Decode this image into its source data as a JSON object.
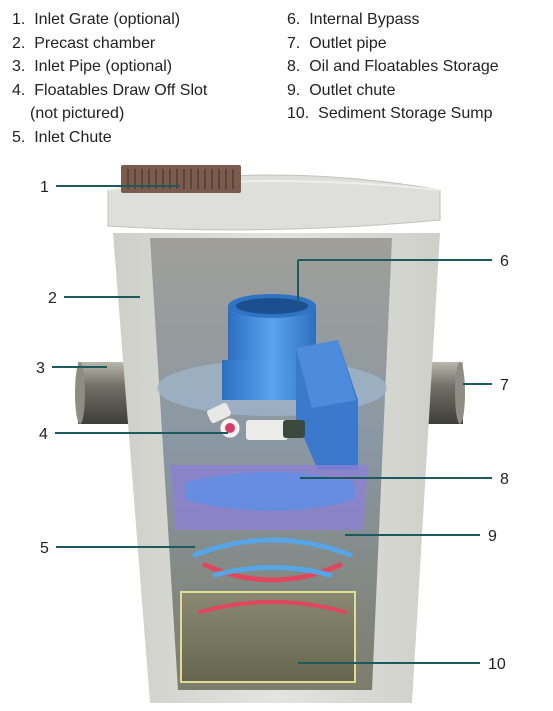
{
  "legend": {
    "left": [
      {
        "num": "1.",
        "text": "Inlet Grate (optional)"
      },
      {
        "num": "2.",
        "text": "Precast chamber"
      },
      {
        "num": "3.",
        "text": "Inlet Pipe (optional)"
      },
      {
        "num": "4.",
        "text": "Floatables Draw Off Slot",
        "sub": "(not pictured)"
      },
      {
        "num": "5.",
        "text": "Inlet Chute"
      }
    ],
    "right": [
      {
        "num": "6.",
        "text": "Internal Bypass"
      },
      {
        "num": "7.",
        "text": "Outlet pipe"
      },
      {
        "num": "8.",
        "text": "Oil and Floatables Storage"
      },
      {
        "num": "9.",
        "text": "Outlet chute"
      },
      {
        "num": "10.",
        "text": "Sediment Storage Sump"
      }
    ]
  },
  "callouts": [
    "1",
    "2",
    "3",
    "4",
    "5",
    "6",
    "7",
    "8",
    "9",
    "10"
  ],
  "colors": {
    "concrete": "#d9d9d4",
    "concrete_shadow": "#b9b9b3",
    "interior": "#8f8f8a",
    "bypass_blue": "#3f86d6",
    "oil_storage_purple": "#8d7fd8",
    "pipe_grey": "#6f6f66",
    "grate": "#7a5b4c",
    "leader_line": "#1d5a5e",
    "swirl_red": "#e0465c",
    "swirl_blue": "#56a6e6",
    "sump_outline": "#e0dc96"
  }
}
